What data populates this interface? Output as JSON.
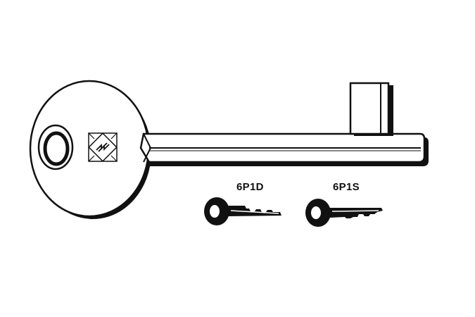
{
  "diagram": {
    "main_key": {
      "name": "bit-key",
      "logo": "diamond-arrows-logo"
    },
    "variants": [
      {
        "code": "6P1D"
      },
      {
        "code": "6P1S"
      }
    ],
    "colors": {
      "line": "#111111",
      "fill": "#ffffff",
      "background": "#ffffff"
    }
  }
}
